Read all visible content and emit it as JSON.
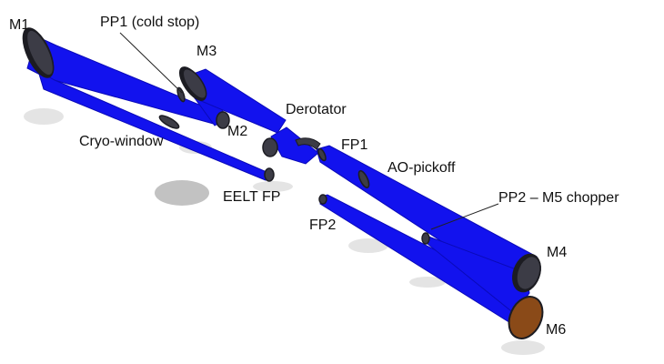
{
  "colors": {
    "beam": "#1212ee",
    "beam_edge": "#0a0ab8",
    "mirror": "#3c3c46",
    "mirror_rim": "#1c1c22",
    "m6_mirror": "#8a4a18",
    "shadow": "#d9d9d9",
    "leader": "#222222"
  },
  "labels": {
    "m1": "M1",
    "pp1": "PP1 (cold stop)",
    "m3": "M3",
    "derotator": "Derotator",
    "m2": "M2",
    "cryo_window": "Cryo-window",
    "fp1": "FP1",
    "ao_pickoff": "AO-pickoff",
    "eelt_fp": "EELT FP",
    "pp2": "PP2 – M5 chopper",
    "fp2": "FP2",
    "m4": "M4",
    "m6": "M6"
  }
}
